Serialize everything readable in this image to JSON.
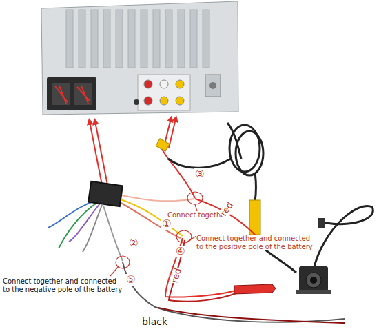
{
  "diagram": {
    "labels": [
      "③",
      "Connect together",
      "red",
      "①",
      "Connect together and connected to the positive pole of the battery",
      "②",
      "④",
      "red",
      "⑤",
      "Connect together and connected to the negative pole of the battery",
      "black"
    ]
  }
}
